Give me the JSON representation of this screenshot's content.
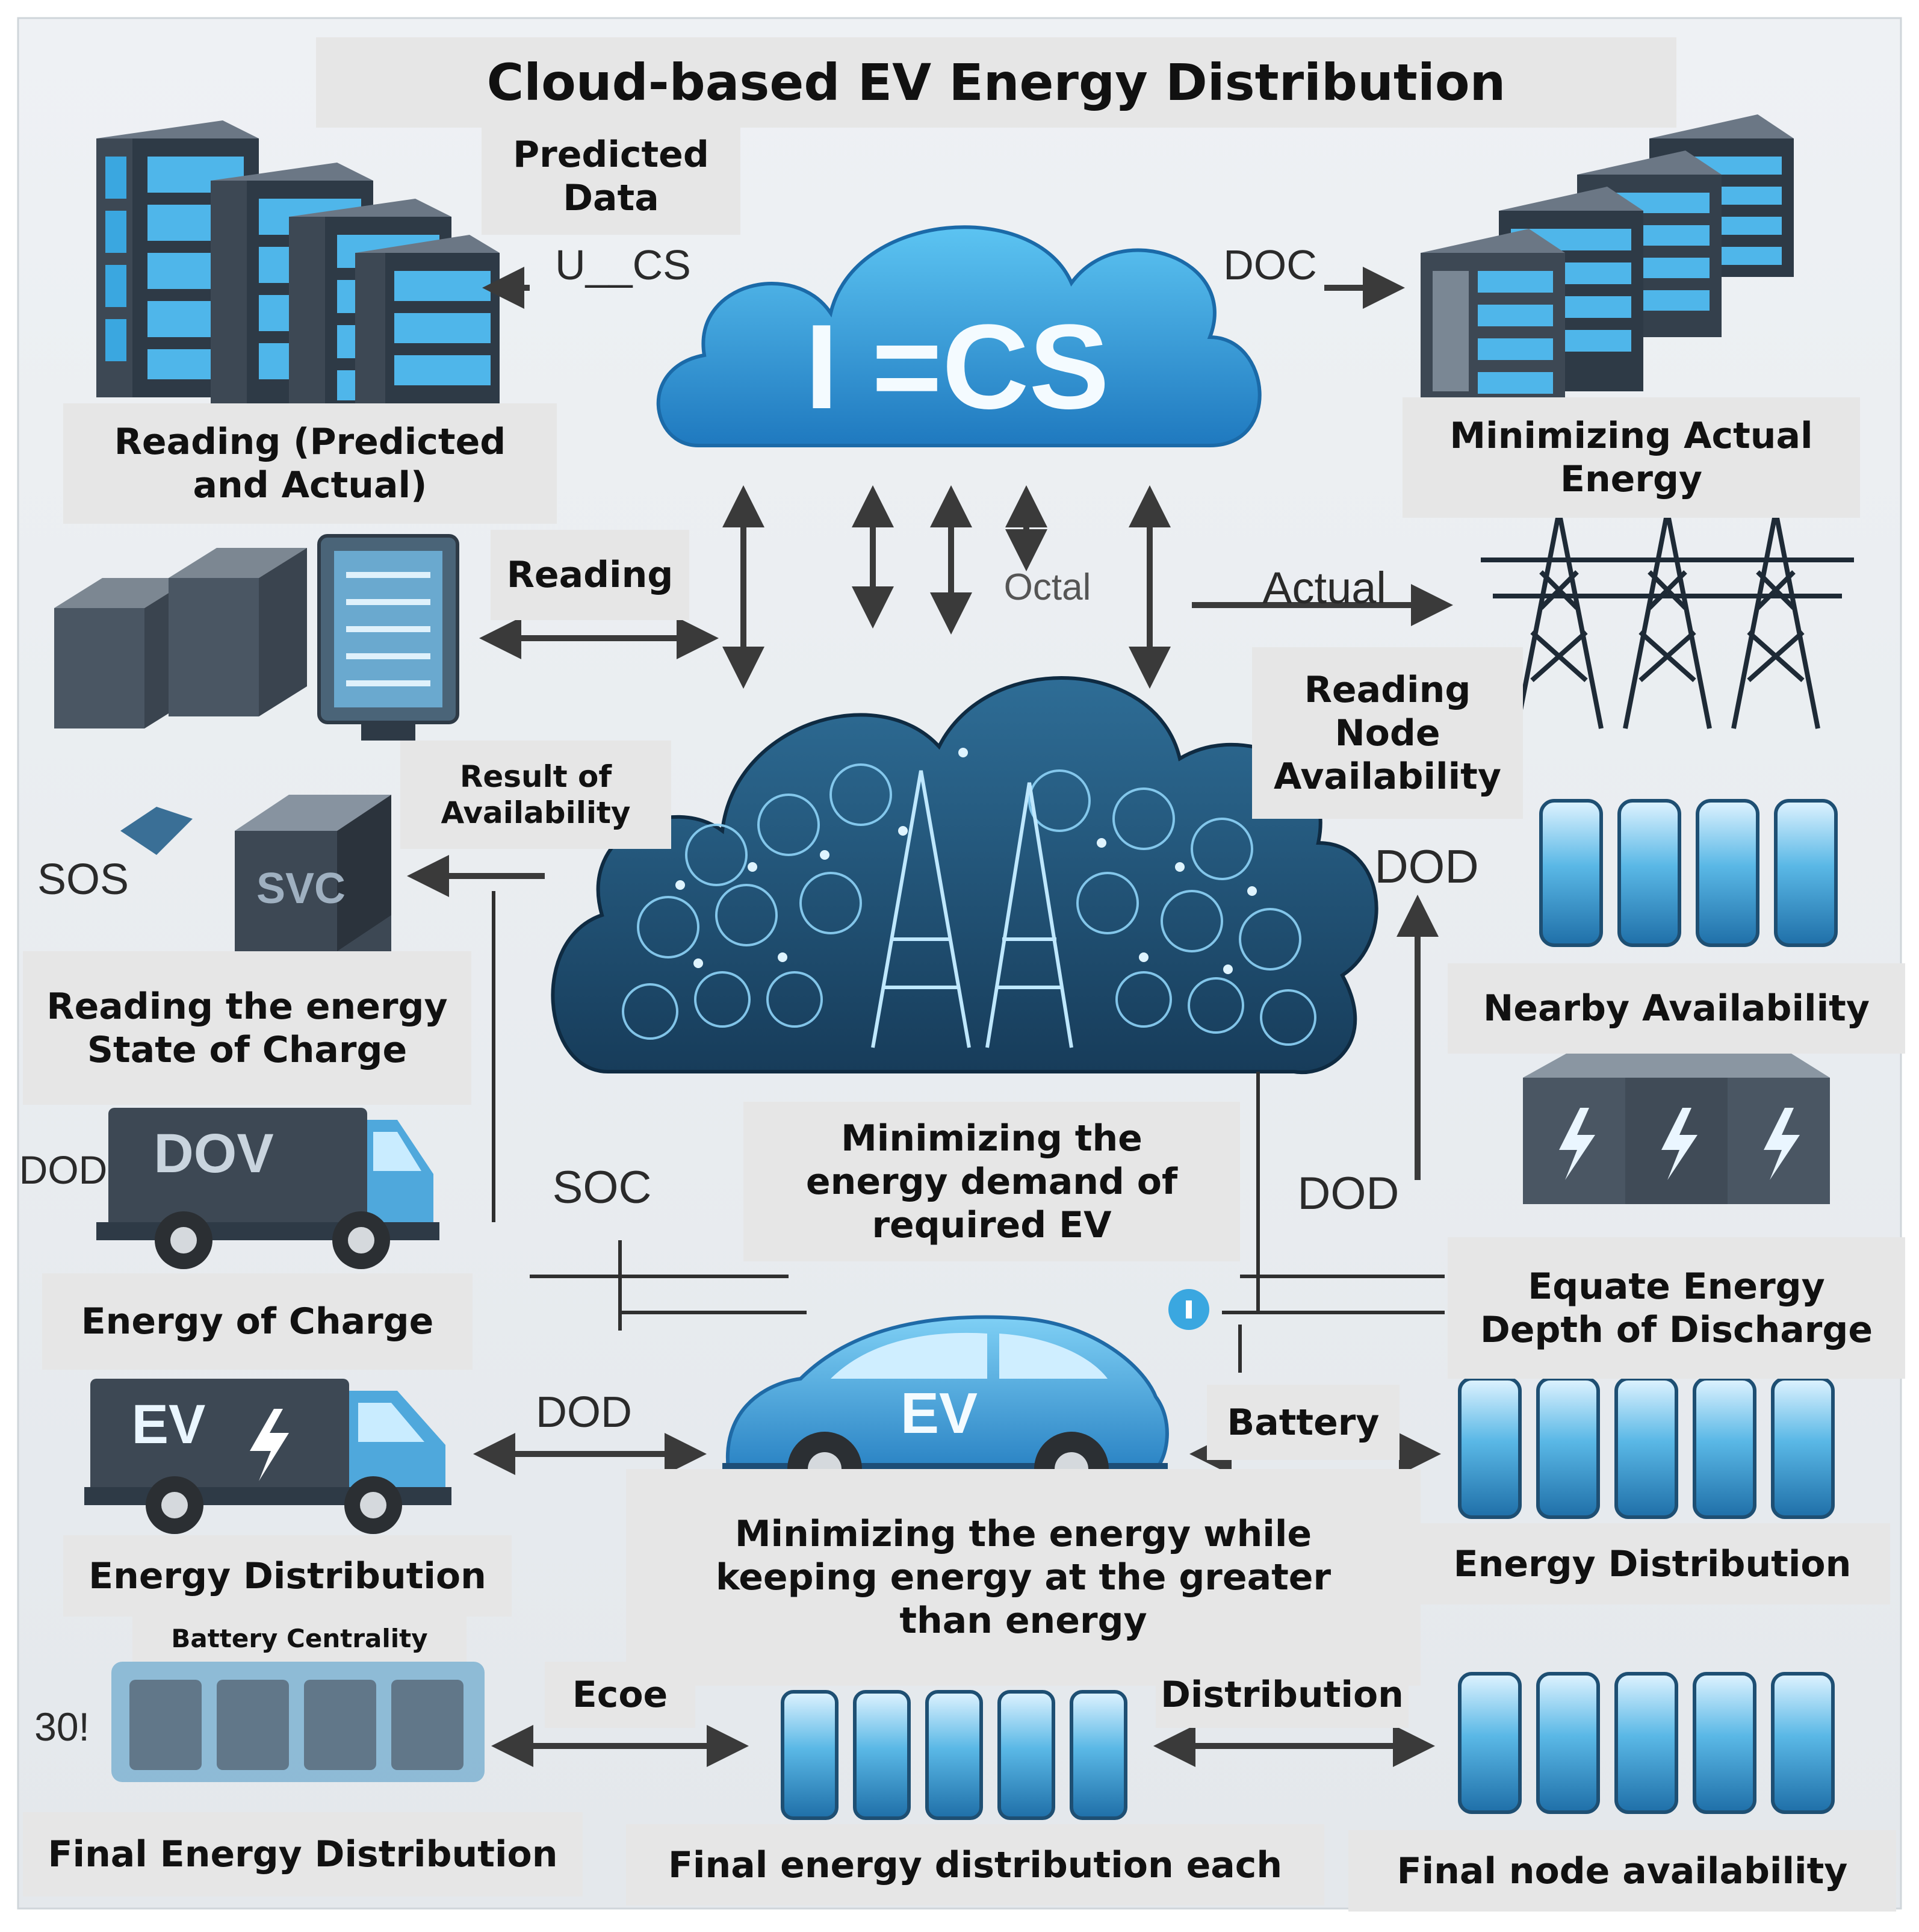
{
  "title": "Cloud-based EV Energy Distribution",
  "top_cloud_text": "I =CS",
  "labels": {
    "predicted_data": "Predicted\nData",
    "reading_predicted_actual": "Reading (Predicted\nand Actual)",
    "reading": "Reading",
    "result_of_availability": "Result of\nAvailability",
    "reading_energy_soc": "Reading the energy\nState of Charge",
    "energy_of_charge": "Energy of Charge",
    "energy_distribution_left": "Energy Distribution",
    "battery_centrality": "Battery Centrality",
    "final_energy_distribution": "Final Energy Distribution",
    "minimizing_actual_energy": "Minimizing Actual\nEnergy",
    "reading_node_availability": "Reading\nNode\nAvailability",
    "nearby_availability": "Nearby Availability",
    "equate_energy_dod": "Equate Energy\nDepth of Discharge",
    "energy_distribution_right": "Energy Distribution",
    "final_node_availability": "Final node availability",
    "minimizing_demand": "Minimizing the\nenergy demand of\nrequired EV",
    "minimizing_energy_greater": "Minimizing the energy while\nkeeping energy at the greater\nthan energy",
    "final_energy_each": "Final energy distribution each",
    "battery": "Battery",
    "distribution": "Distribution",
    "ecoe": "Ecoe"
  },
  "plain_text": {
    "u_cs": "U__CS",
    "doc": "DOC",
    "octal": "Octal",
    "actual": "Actual",
    "dod_right": "DOD",
    "soc_left": "SOS",
    "soc_center": "SOC",
    "dod_center": "DOD",
    "dod_left_edge": "DOD",
    "dod_bottom": "DOD",
    "num_30": "30!"
  },
  "device_text": {
    "svc_box": "SVC",
    "dov_truck": "DOV",
    "ev_truck": "EV",
    "ev_car": "EV"
  },
  "colors": {
    "label_bg": "#e6e6e6",
    "cloud_blue": "#2f94d4",
    "server_blue": "#3aa7e0",
    "dark_device": "#4a5663",
    "network_cloud": "#1f4f72",
    "arrow": "#3a3a3a"
  }
}
